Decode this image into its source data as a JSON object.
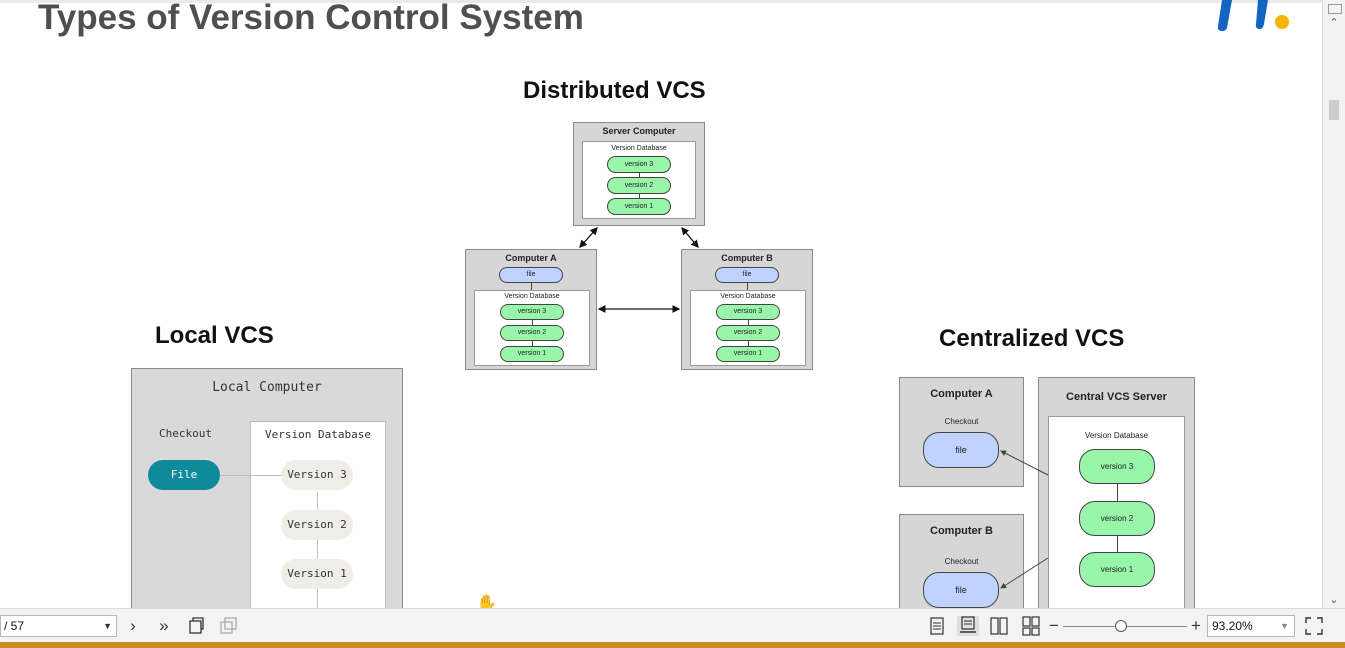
{
  "slide": {
    "title": "Types of Version Control System"
  },
  "distributed": {
    "title": "Distributed VCS",
    "server_label": "Server Computer",
    "db_label": "Version Database",
    "versions": [
      "version 3",
      "version 2",
      "version 1"
    ],
    "computer_a": "Computer A",
    "computer_b": "Computer B",
    "file_label": "file"
  },
  "local": {
    "title": "Local VCS",
    "computer_label": "Local Computer",
    "checkout_label": "Checkout",
    "db_label": "Version Database",
    "file_label": "File",
    "versions": [
      "Version 3",
      "Version 2",
      "Version 1"
    ]
  },
  "centralized": {
    "title": "Centralized VCS",
    "computer_a": "Computer A",
    "computer_b": "Computer B",
    "checkout_label": "Checkout",
    "file_label": "file",
    "server_label": "Central VCS Server",
    "db_label": "Version Database",
    "versions": [
      "version 3",
      "version 2",
      "version 1"
    ]
  },
  "toolbar": {
    "page_indicator": "/ 57",
    "zoom_value": "93.20%",
    "icons": [
      "next-page-icon",
      "last-page-icon",
      "rotate-icon",
      "copy-icon",
      "single-page-view-icon",
      "continuous-view-icon",
      "facing-view-icon",
      "continuous-facing-view-icon",
      "zoom-out-icon",
      "zoom-in-icon",
      "fullscreen-icon"
    ]
  },
  "colors": {
    "version_green": "#98f5a9",
    "file_blue": "#c0d2ff",
    "local_file_teal": "#0f8a9d",
    "logo_blue": "#1565c0",
    "logo_yellow": "#f5b400"
  }
}
